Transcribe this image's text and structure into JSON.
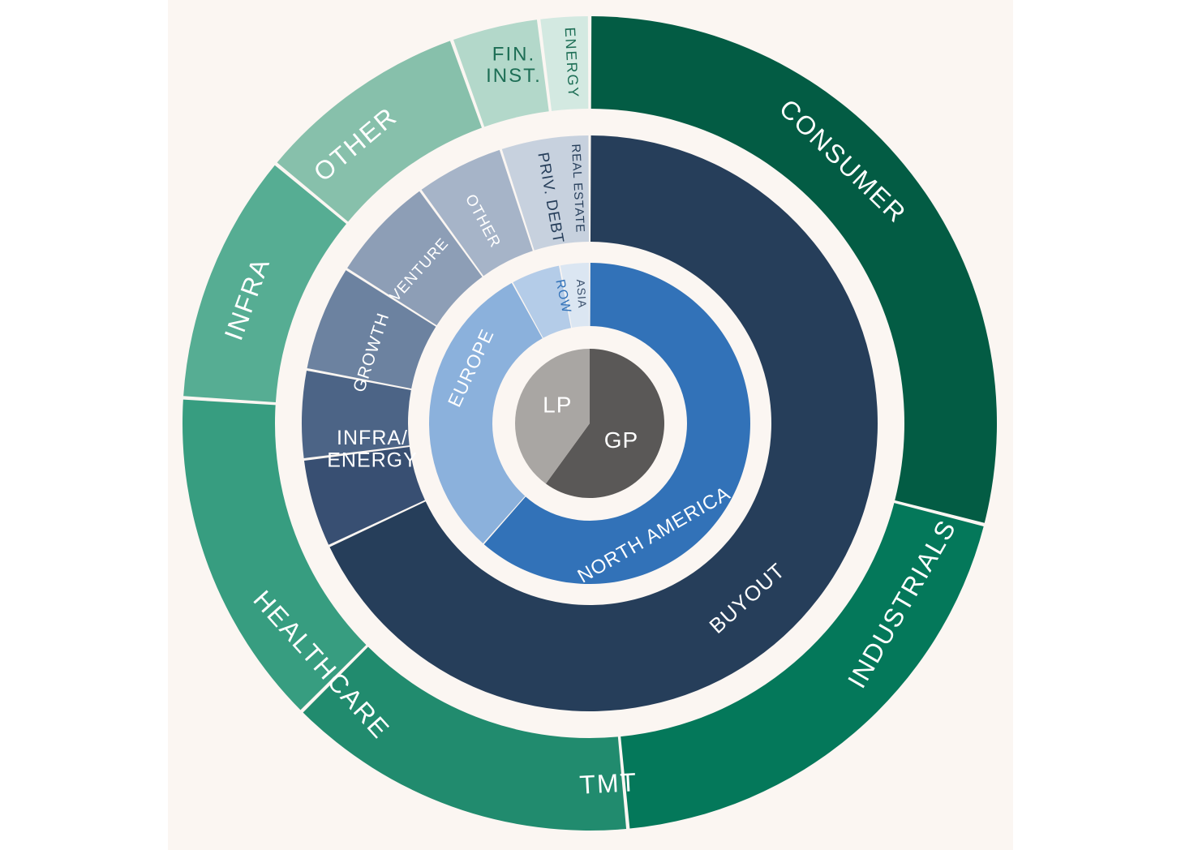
{
  "chart_data": {
    "type": "sunburst",
    "rings": [
      {
        "name": "",
        "segments": [
          {
            "label": "GP",
            "value": 60,
            "color": "#5a5857",
            "text_color": "#ffffff",
            "font_size": 28
          },
          {
            "label": "LP",
            "value": 40,
            "color": "#a9a6a3",
            "text_color": "#ffffff",
            "font_size": 28
          }
        ]
      },
      {
        "name": "",
        "segments": [
          {
            "label": "North America",
            "value": 61.5,
            "color": "#3272b8",
            "text_color": "#ffffff",
            "font_size": 24
          },
          {
            "label": "Europe",
            "value": 30.5,
            "color": "#8bb1dc",
            "text_color": "#ffffff",
            "font_size": 23
          },
          {
            "label": "RoW",
            "value": 5,
            "color": "#b4cce8",
            "text_color": "#3272b8",
            "font_size": 16
          },
          {
            "label": "Asia",
            "value": 3,
            "color": "#dbe6f2",
            "text_color": "#3a4f6b",
            "font_size": 14
          }
        ]
      },
      {
        "name": "",
        "segments": [
          {
            "label": "Buyout",
            "value": 68,
            "color": "#263e5a",
            "text_color": "#ffffff",
            "font_size": 26
          },
          {
            "label": "Infra/ Energy",
            "value": 5,
            "color": "#384f72",
            "text_color": "#ffffff",
            "font_size": 25
          },
          {
            "label": "Growth",
            "value": 5,
            "color": "#4c6486",
            "text_color": "#ffffff",
            "font_size": 21
          },
          {
            "label": "Venture",
            "value": 6,
            "color": "#6c82a0",
            "text_color": "#ffffff",
            "font_size": 19
          },
          {
            "label": "Other",
            "value": 6,
            "color": "#8d9eb6",
            "text_color": "#ffffff",
            "font_size": 19
          },
          {
            "label": "Priv. Debt",
            "value": 5,
            "color": "#a6b4c8",
            "text_color": "#263e5a",
            "font_size": 19
          },
          {
            "label": "Real Estate",
            "value": 5,
            "color": "#c7d1de",
            "text_color": "#263e5a",
            "font_size": 15
          }
        ]
      },
      {
        "name": "",
        "segments": [
          {
            "label": "Consumer",
            "value": 29,
            "color": "#035c44",
            "text_color": "#ffffff",
            "font_size": 32
          },
          {
            "label": "Industrials",
            "value": 19.5,
            "color": "#04785a",
            "text_color": "#ffffff",
            "font_size": 32
          },
          {
            "label": "TMT",
            "value": 14,
            "color": "#218b6e",
            "text_color": "#ffffff",
            "font_size": 32
          },
          {
            "label": "Healthcare",
            "value": 13.5,
            "color": "#379d80",
            "text_color": "#ffffff",
            "font_size": 32
          },
          {
            "label": "Infra",
            "value": 10,
            "color": "#56ad93",
            "text_color": "#ffffff",
            "font_size": 32
          },
          {
            "label": "Other",
            "value": 8.5,
            "color": "#87c0ab",
            "text_color": "#ffffff",
            "font_size": 32
          },
          {
            "label": "Fin. Inst.",
            "value": 3.5,
            "color": "#b3d8ca",
            "text_color": "#1d6e55",
            "font_size": 24
          },
          {
            "label": "Energy",
            "value": 2,
            "color": "#d3e9e1",
            "text_color": "#1d6e55",
            "font_size": 18
          }
        ]
      }
    ]
  }
}
